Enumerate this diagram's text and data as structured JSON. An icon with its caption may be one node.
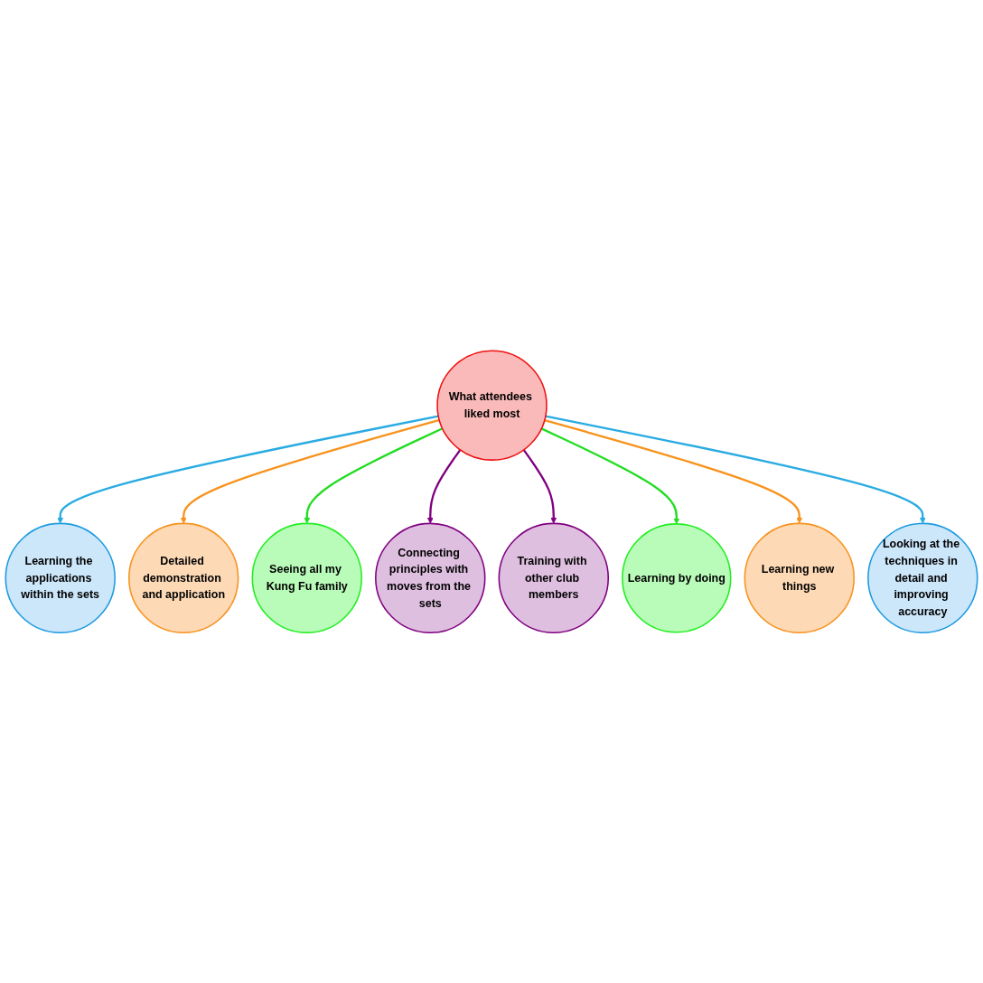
{
  "diagram": {
    "nodes": [
      {
        "text": [
          "Learning the applications within the sets"
        ]
      },
      {
        "text": [
          "Detailed demonstration and application"
        ]
      },
      {
        "text": [
          "Seeing all my Kung Fu family"
        ]
      },
      {
        "text": [
          "Connecting principles with moves from the sets"
        ]
      },
      {
        "text": [
          "What attendees liked most"
        ]
      },
      {
        "text": [
          "Training with other club members"
        ]
      },
      {
        "text": [
          "Learning by doing"
        ]
      },
      {
        "text": [
          "Learning new things"
        ]
      },
      {
        "text": [
          "Looking at the techniques in detail and improving accuracy"
        ]
      }
    ],
    "edges": [
      {
        "from": 4,
        "to": 0,
        "arrow": "to",
        "color": "#29abe2"
      },
      {
        "from": 4,
        "to": 1,
        "arrow": "to",
        "color": "#f7931e"
      },
      {
        "from": 4,
        "to": 2,
        "arrow": "to",
        "color": "#22dd22"
      },
      {
        "from": 4,
        "to": 3,
        "arrow": "to",
        "color": "#800080"
      },
      {
        "from": 4,
        "to": 5,
        "arrow": "to",
        "color": "#800080"
      },
      {
        "from": 4,
        "to": 6,
        "arrow": "to",
        "color": "#22dd22"
      },
      {
        "from": 4,
        "to": 7,
        "arrow": "to",
        "color": "#f7931e"
      },
      {
        "from": 4,
        "to": 8,
        "arrow": "to",
        "color": "#29abe2"
      }
    ]
  }
}
